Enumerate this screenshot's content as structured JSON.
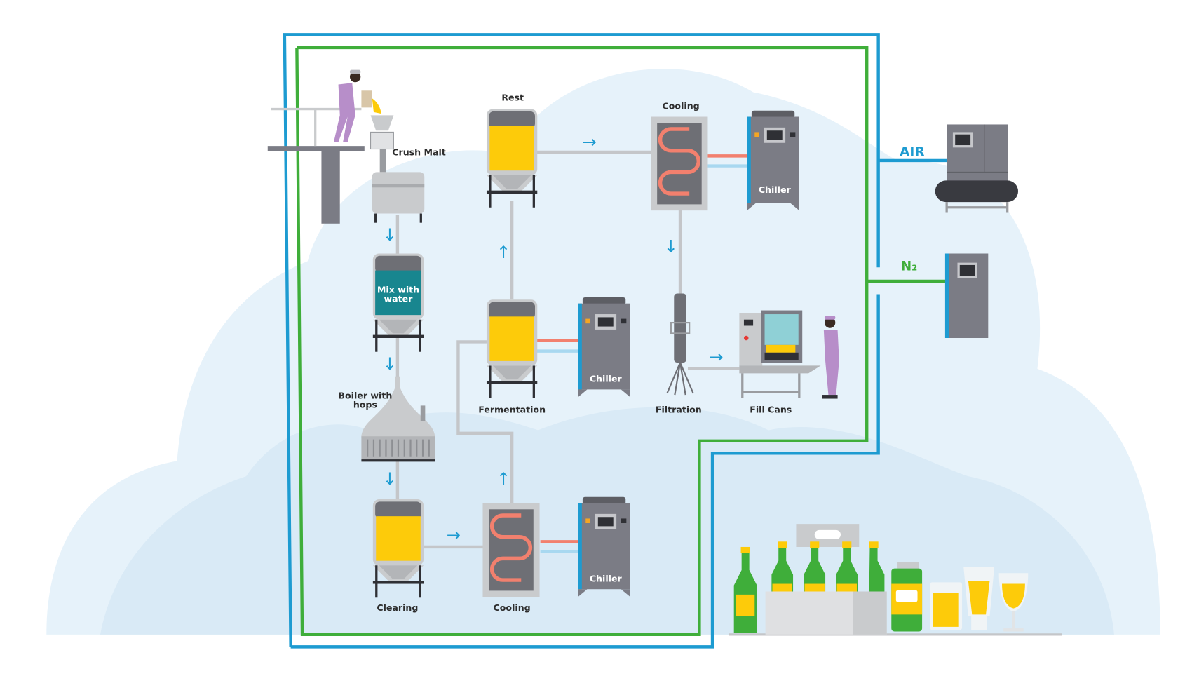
{
  "steps": {
    "crush_malt": "Crush Malt",
    "mix_with_water_1": "Mix with",
    "mix_with_water_2": "water",
    "boiler_with_hops_1": "Boiler with",
    "boiler_with_hops_2": "hops",
    "clearing": "Clearing",
    "cooling_bottom": "Cooling",
    "fermentation": "Fermentation",
    "rest": "Rest",
    "cooling_top": "Cooling",
    "filtration": "Filtration",
    "fill_cans": "Fill Cans"
  },
  "chillers": [
    "Chiller",
    "Chiller",
    "Chiller"
  ],
  "utilities": {
    "air": {
      "label": "AIR",
      "color": "#1d9bd1"
    },
    "n2": {
      "label": "N₂",
      "color": "#3fae3a"
    }
  },
  "colors": {
    "beer": "#fdcb0a",
    "tank": "#c9cbcd",
    "machine": "#7b7c85",
    "coil": "#f2806e",
    "water": "#18868f",
    "background_cloud": "#e6f2fa"
  },
  "icons": [
    "worker-icon",
    "tank-icon",
    "heat-exchanger-icon",
    "chiller-icon",
    "air-compressor-icon",
    "nitrogen-generator-icon",
    "filter-icon",
    "can-filler-icon",
    "beer-bottle-icon",
    "beer-can-icon",
    "beer-glass-icon",
    "arrow-icon"
  ]
}
